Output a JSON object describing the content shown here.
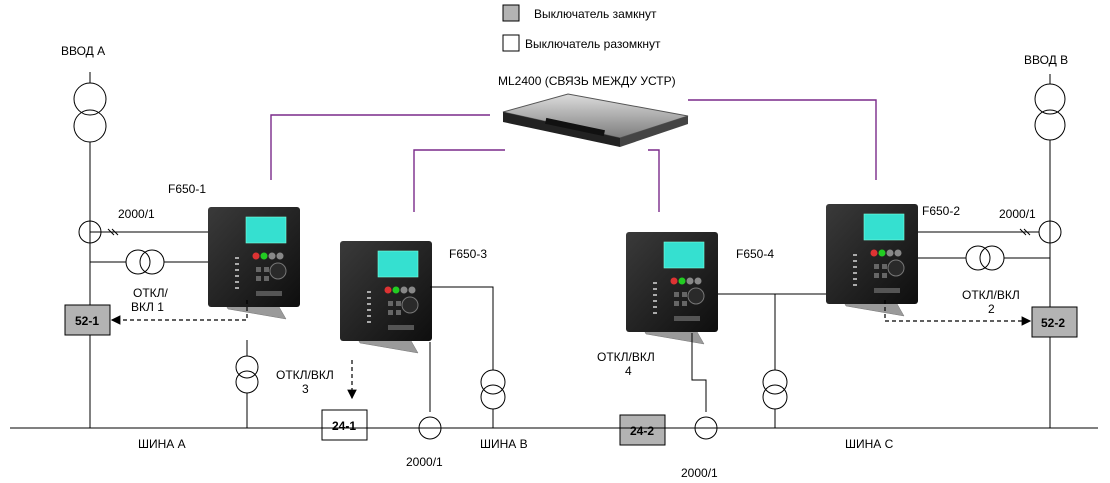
{
  "legend": {
    "closed": "Выключатель замкнут",
    "open": "Выключатель разомкнут",
    "closed_color": "#b3b3b3",
    "open_color": "#ffffff"
  },
  "switch_label": "ML2400 (СВЯЗЬ МЕЖДУ УСТР)",
  "inputs": {
    "a": "ВВОД А",
    "b": "ВВОД В"
  },
  "relays": {
    "r1": "F650-1",
    "r2": "F650-2",
    "r3": "F650-3",
    "r4": "F650-4"
  },
  "ct_ratio": "2000/1",
  "trip": {
    "t1a": "ОТКЛ/",
    "t1b": "ВКЛ 1",
    "t2a": "ОТКЛ/ВКЛ",
    "t2b": "2",
    "t3a": "ОТКЛ/ВКЛ",
    "t3b": "3",
    "t4a": "ОТКЛ/ВКЛ",
    "t4b": "4"
  },
  "breakers": {
    "b521": "52-1",
    "b522": "52-2",
    "b241": "24-1",
    "b242": "24-2"
  },
  "buses": {
    "a": "ШИНА А",
    "b": "ШИНА В",
    "c": "ШИНА С"
  },
  "colors": {
    "link": "#7a2a8a",
    "screen": "#35e0d0",
    "relay_body": "#1e1e1e"
  }
}
